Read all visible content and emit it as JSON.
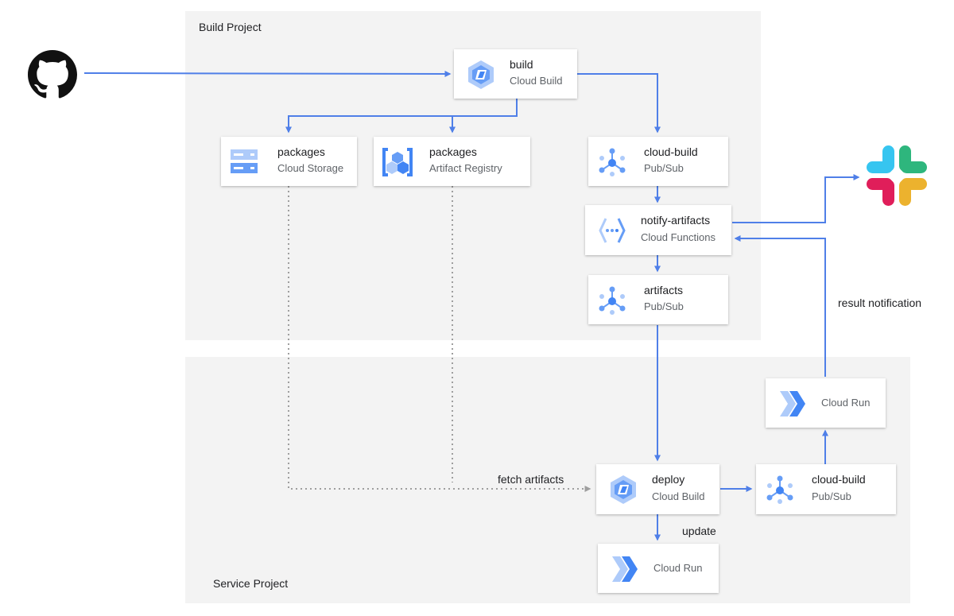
{
  "zones": {
    "build_project": "Build Project",
    "service_project": "Service Project"
  },
  "nodes": {
    "build": {
      "title": "build",
      "subtitle": "Cloud Build",
      "icon": "cloud-build-icon"
    },
    "packages_storage": {
      "title": "packages",
      "subtitle": "Cloud Storage",
      "icon": "cloud-storage-icon"
    },
    "packages_registry": {
      "title": "packages",
      "subtitle": "Artifact Registry",
      "icon": "artifact-registry-icon"
    },
    "cloud_build_topic": {
      "title": "cloud-build",
      "subtitle": "Pub/Sub",
      "icon": "pubsub-icon"
    },
    "notify_artifacts": {
      "title": "notify-artifacts",
      "subtitle": "Cloud Functions",
      "icon": "cloud-functions-icon"
    },
    "artifacts_topic": {
      "title": "artifacts",
      "subtitle": "Pub/Sub",
      "icon": "pubsub-icon"
    },
    "deploy": {
      "title": "deploy",
      "subtitle": "Cloud Build",
      "icon": "cloud-build-icon"
    },
    "service_cloud_build_topic": {
      "title": "cloud-build",
      "subtitle": "Pub/Sub",
      "icon": "pubsub-icon"
    },
    "notifier_run": {
      "label": "Cloud Run",
      "icon": "cloud-run-icon"
    },
    "service_run": {
      "label": "Cloud Run",
      "icon": "cloud-run-icon"
    }
  },
  "edge_labels": {
    "fetch": "fetch artifacts",
    "update": "update",
    "result": "result notification"
  },
  "external": {
    "source": "github-icon",
    "chat": "slack-icon"
  },
  "colors": {
    "arrow": "#4f7fe8",
    "dotted": "#9e9e9e",
    "zone": "#f3f3f3",
    "icon_light": "#aecbfa",
    "icon_mid": "#669df6",
    "icon_dark": "#4285f4"
  }
}
